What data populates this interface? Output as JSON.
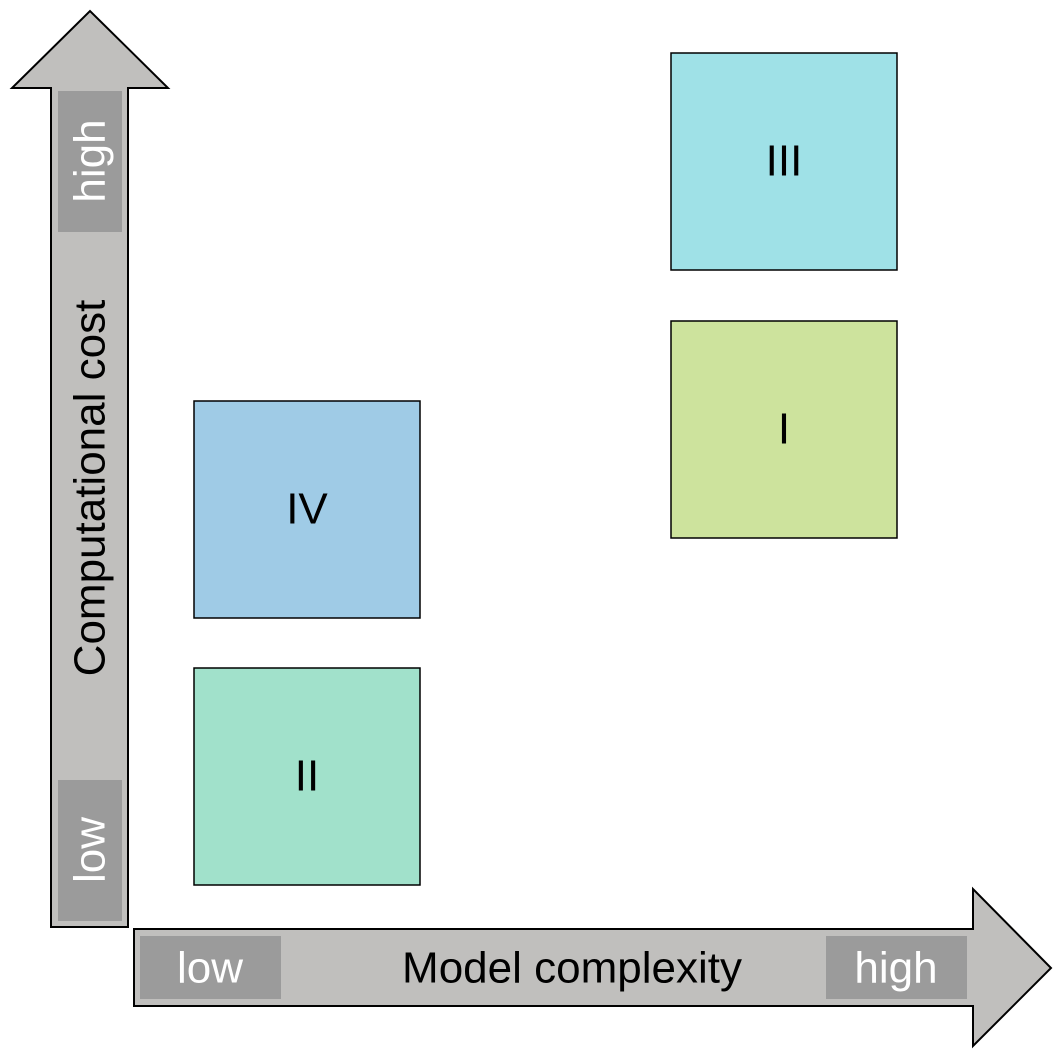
{
  "y_axis": {
    "label": "Computational cost",
    "low_label": "low",
    "high_label": "high"
  },
  "x_axis": {
    "label": "Model complexity",
    "low_label": "low",
    "high_label": "high"
  },
  "quadrants": [
    {
      "id": "III",
      "label": "III",
      "color": "#9fe1e7"
    },
    {
      "id": "I",
      "label": "I",
      "color": "#cde39d"
    },
    {
      "id": "IV",
      "label": "IV",
      "color": "#9fcbe6"
    },
    {
      "id": "II",
      "label": "II",
      "color": "#a1e1cb"
    }
  ],
  "colors": {
    "arrow_fill": "#c0bfbd",
    "label_box_fill": "#9b9b9b",
    "label_text": "#ffffff",
    "axis_label_text": "#000000"
  }
}
